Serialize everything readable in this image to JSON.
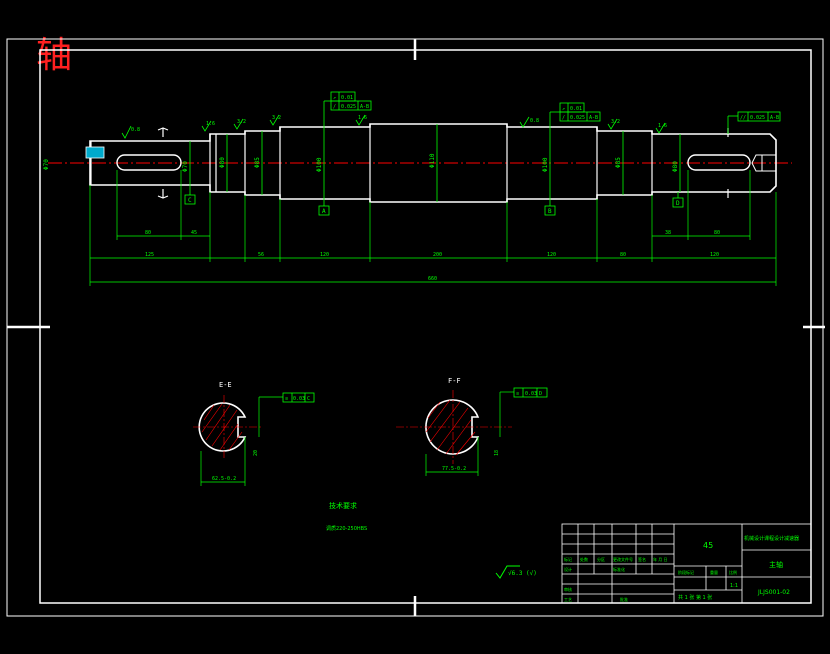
{
  "title": "轴",
  "colors": {
    "background": "#000000",
    "outline": "#ffffff",
    "dimension": "#00ff00",
    "centerline": "#ff0000",
    "title_text": "#ff2020",
    "hatch": "#ff0000"
  },
  "dims": {
    "total_length": "660",
    "seg_lengths": [
      "125",
      "56",
      "120",
      "200",
      "120",
      "80",
      "120"
    ],
    "key_left_len": "80",
    "key_left_off": "45",
    "key_right_len": "80",
    "key_right_off": "38",
    "diameters": [
      "Φ70",
      "Φ80",
      "Φ85",
      "Φ100",
      "Φ110",
      "Φ100",
      "Φ85",
      "Φ80",
      "Φ70"
    ]
  },
  "tolerance_frames": [
    {
      "row1": [
        "↗",
        "0.01"
      ],
      "row2": [
        "/",
        "0.025",
        "A-B"
      ]
    },
    {
      "row1": [
        "↗",
        "0.01"
      ],
      "row2": [
        "/",
        "0.025",
        "A-B"
      ]
    },
    {
      "row1": [
        "//",
        "0.025",
        "A-B"
      ]
    }
  ],
  "datums": [
    "C",
    "A",
    "B",
    "D"
  ],
  "roughness_marks": [
    "0.8",
    "1.6",
    "3.2",
    "3.2",
    "1.6",
    "0.8",
    "3.2",
    "1.6"
  ],
  "sections": {
    "left": {
      "label": "E-E",
      "frame": [
        "≡",
        "0.03",
        "C"
      ],
      "width_dim": "20",
      "depth_dim": "62.5-0.2"
    },
    "right": {
      "label": "F-F",
      "frame": [
        "≡",
        "0.03",
        "D"
      ],
      "width_dim": "18",
      "depth_dim": "77.5-0.2"
    }
  },
  "notes": {
    "heading": "技术要求",
    "line1": "调质220-250HBS"
  },
  "roughness_symbol": "√6.3 (√)",
  "title_block": {
    "material": "45",
    "company": "机械设计课程设计减速器",
    "part_name": "主轴",
    "drawing_no": "JLJS001-02",
    "scale": "1:1",
    "sheet": "共 1 张 第 1 张",
    "labels": [
      "标记",
      "处数",
      "分区",
      "更改文件号",
      "签名",
      "年 月 日",
      "设计",
      "标准化",
      "审核",
      "工艺",
      "批准",
      "阶段标记",
      "重量",
      "比例"
    ]
  }
}
